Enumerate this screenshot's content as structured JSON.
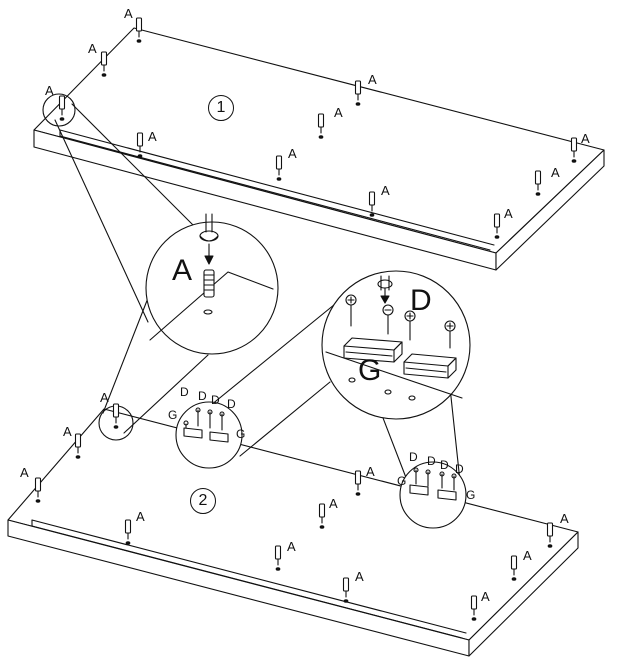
{
  "steps": {
    "step1": "1",
    "step2": "2"
  },
  "parts": {
    "dowel": "A",
    "screw": "D",
    "catch": "G"
  },
  "colors": {
    "line": "#111111",
    "background": "#ffffff"
  }
}
